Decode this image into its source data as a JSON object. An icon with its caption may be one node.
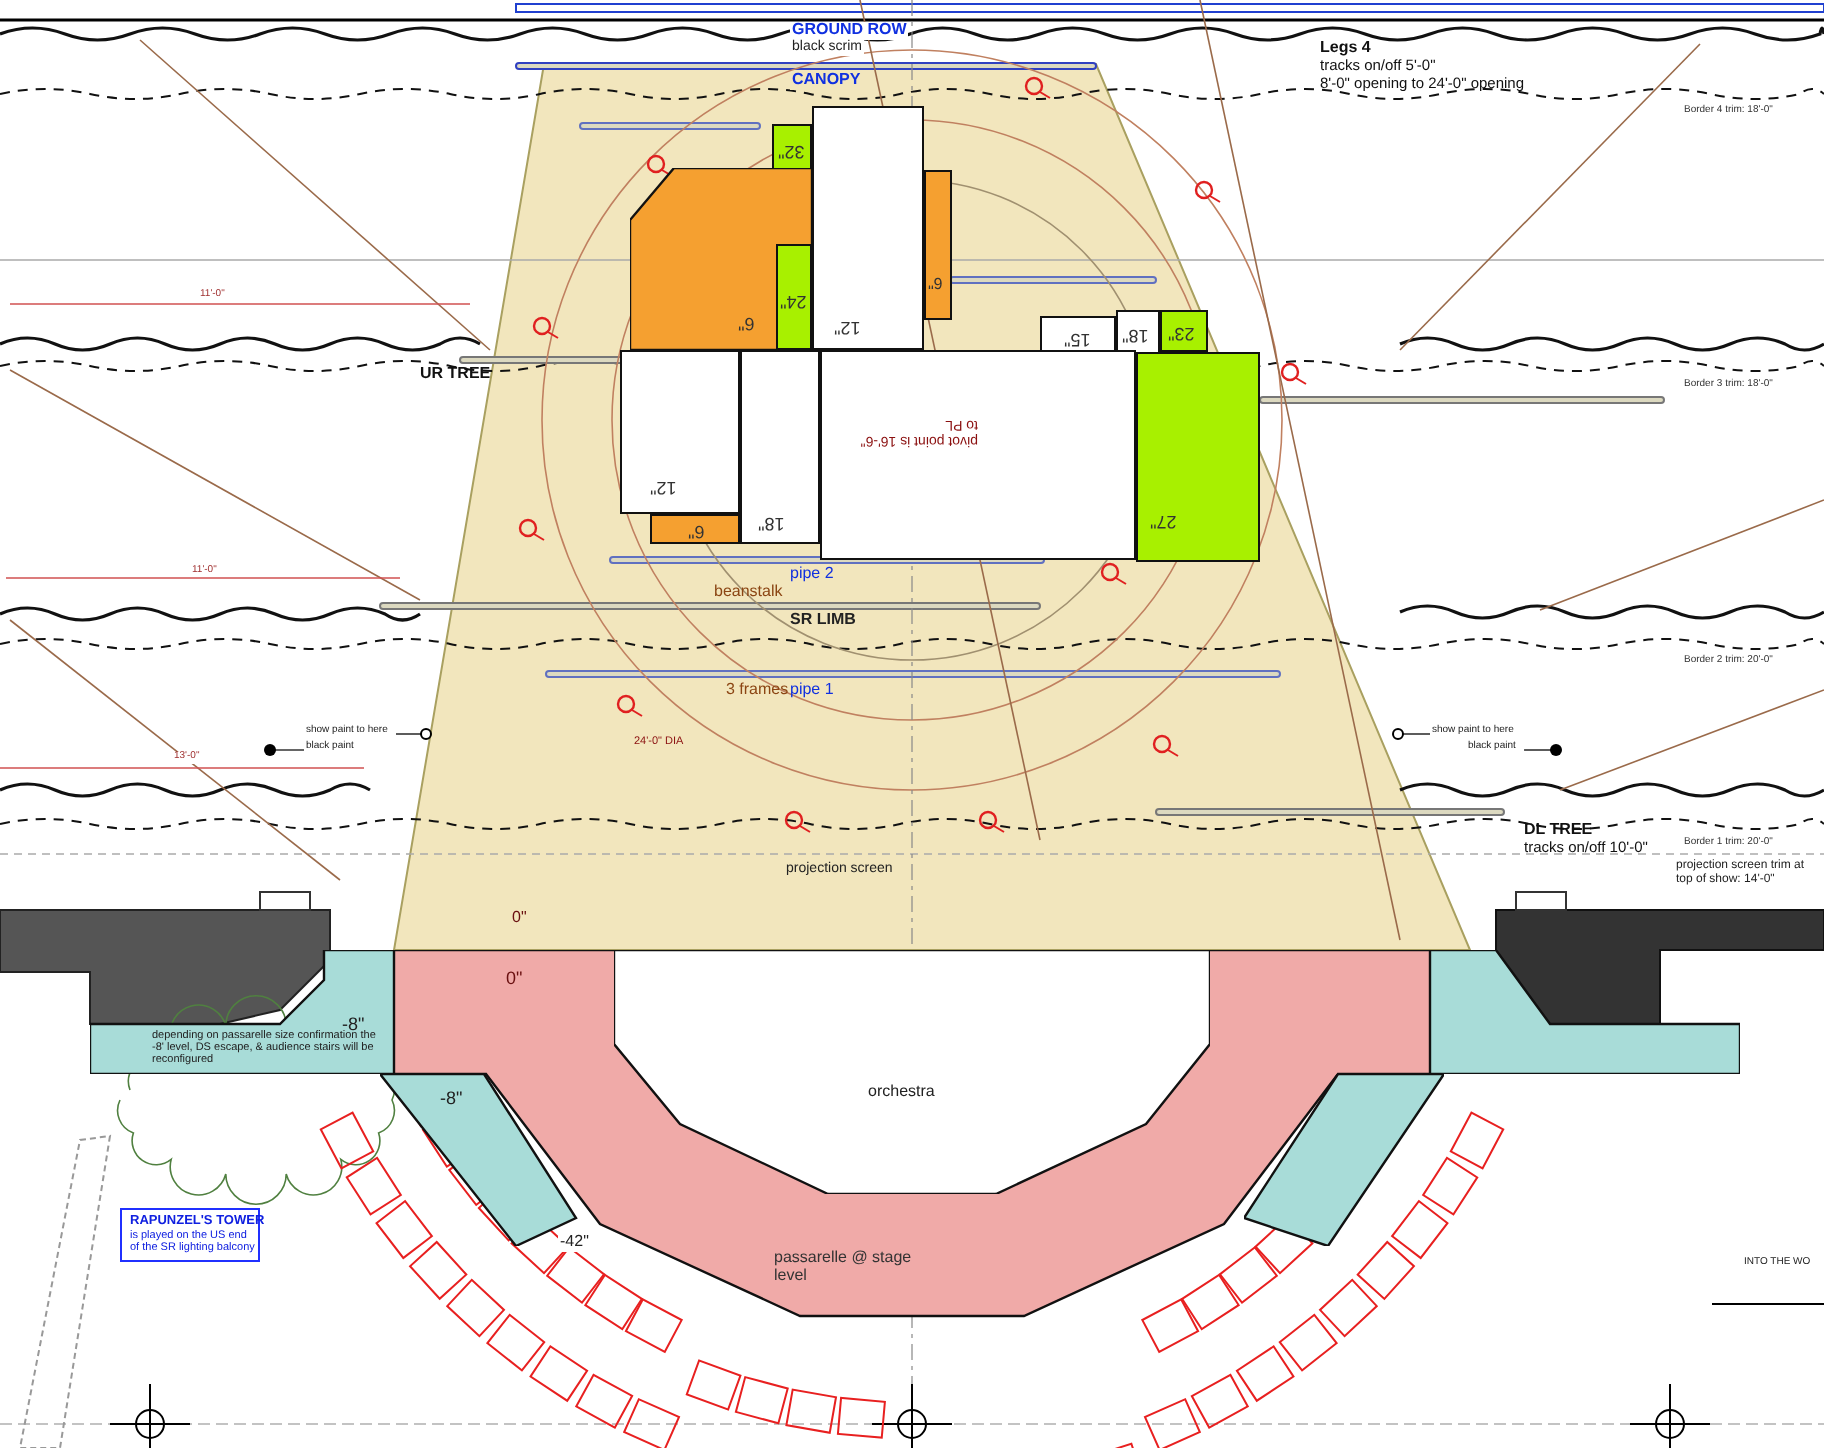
{
  "diagram": {
    "nodes": [
      {
        "text": [
          "32\""
        ]
      },
      {
        "text": [
          "6\""
        ]
      },
      {
        "text": [
          "24\""
        ],
        "in": 1
      },
      {
        "text": [
          "12\""
        ]
      },
      {
        "text": [
          "12\""
        ]
      },
      {
        "text": [
          "6\""
        ]
      },
      {
        "text": [
          "18\""
        ]
      },
      {
        "text": [
          "15\""
        ]
      },
      {
        "text": [
          "18\""
        ]
      },
      {
        "text": [
          "23\""
        ]
      },
      {
        "text": [
          "27\""
        ]
      },
      {
        "text": [
          "6\""
        ]
      },
      {
        "text": [
          "pivot point is 16'-6\" to PL"
        ]
      },
      {
        "text": [
          "0\"",
          "passarelle @ stage level"
        ]
      },
      {
        "text": [
          "orchestra"
        ],
        "in": 13
      },
      {
        "text": [
          "-8\""
        ]
      },
      {
        "text": [
          "-8\""
        ]
      },
      {
        "text": [],
        "shape": "box"
      },
      {
        "text": [],
        "shape": "box"
      },
      {
        "text": [
          "RAPUNZEL'S TOWER",
          "is played on the US end of the SR lighting balcony"
        ]
      },
      {
        "text": [
          "depending on passarelle size confirmation the -8' level, DS escape, & audience stairs will be reconfigured"
        ],
        "in": 15
      },
      {
        "text": [
          "show paint to here"
        ]
      },
      {
        "text": [
          "black paint"
        ]
      },
      {
        "text": [
          "show paint to here"
        ]
      },
      {
        "text": [
          "black paint"
        ]
      }
    ],
    "edges": [
      {
        "from": 21,
        "to": null,
        "arrow": "other"
      },
      {
        "from": 22,
        "to": null,
        "arrow": "other"
      },
      {
        "from": 23,
        "to": null,
        "arrow": "other"
      },
      {
        "from": 24,
        "to": null,
        "arrow": "other"
      }
    ],
    "labels": [
      "GROUND ROW",
      "black scrim",
      "CANOPY",
      "Legs 4",
      "tracks on/off 5'-0\"",
      "8'-0\" opening to 24'-0\" opening",
      "Border 4 trim: 18'-0\"",
      "11'-0\"",
      "UR TREE",
      "Border 3 trim: 18'-0\"",
      "11'-0\"",
      "pipe 2",
      "beanstalk",
      "SR LIMB",
      "Border 2 trim: 20'-0\"",
      "3 frames",
      "pipe 1",
      "24'-0\" DIA",
      "13'-0\"",
      "DL TREE",
      "tracks on/off 10'-0\"",
      "Border 1 trim: 20'-0\"",
      "projection screen",
      "projection screen trim at top of show: 14'-0\"",
      "0\"",
      "-42\"",
      "INTO THE WO"
    ]
  }
}
